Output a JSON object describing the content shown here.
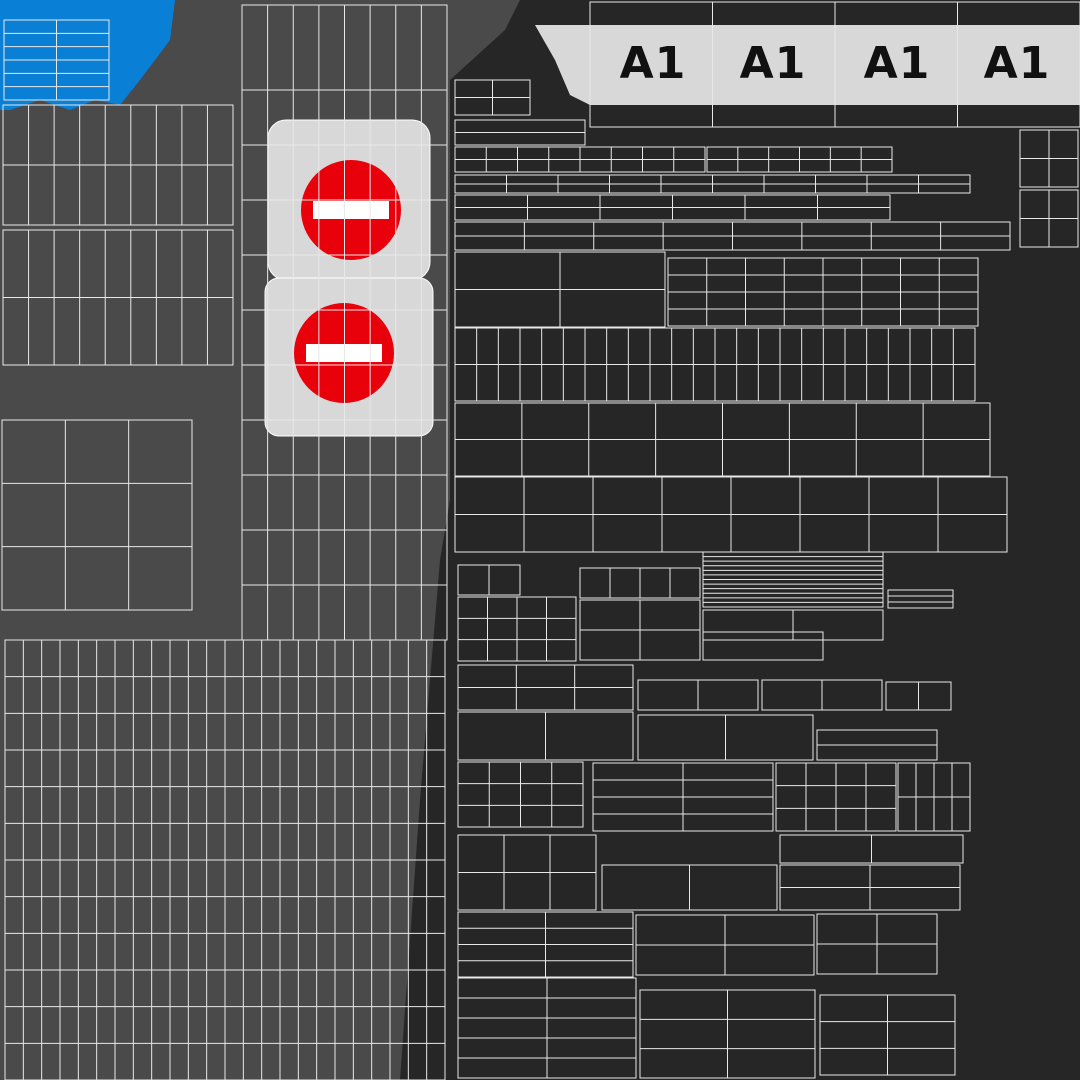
{
  "texture": {
    "colors": {
      "background_dark": "#262626",
      "background_gray": "#4a4a4a",
      "wire": "#e8e8e8",
      "accent_blue": "#0a7fd6",
      "sign_red": "#e8000b",
      "sign_panel": "#d8d8d8"
    },
    "plates": [
      {
        "label": "A1"
      },
      {
        "label": "A1"
      },
      {
        "label": "A1"
      },
      {
        "label": "A1"
      }
    ],
    "signs": [
      {
        "icon": "no-entry-sign-icon"
      },
      {
        "icon": "no-entry-sign-icon"
      }
    ]
  }
}
